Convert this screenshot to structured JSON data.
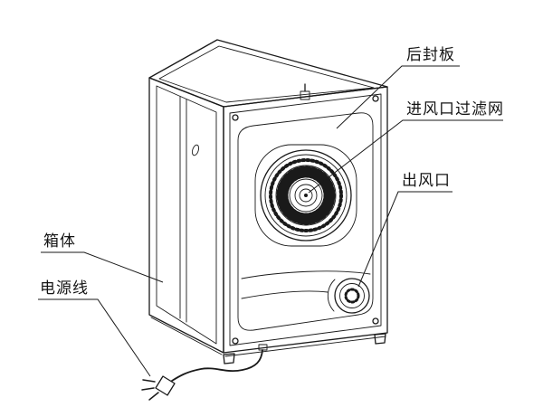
{
  "figure": {
    "background_color": "#ffffff",
    "line_color": "#1a1a1a",
    "labels": {
      "rear_panel": "后封板",
      "inlet_filter": "进风口过滤网",
      "air_outlet": "出风口",
      "cabinet": "箱体",
      "power_cord": "电源线"
    }
  }
}
